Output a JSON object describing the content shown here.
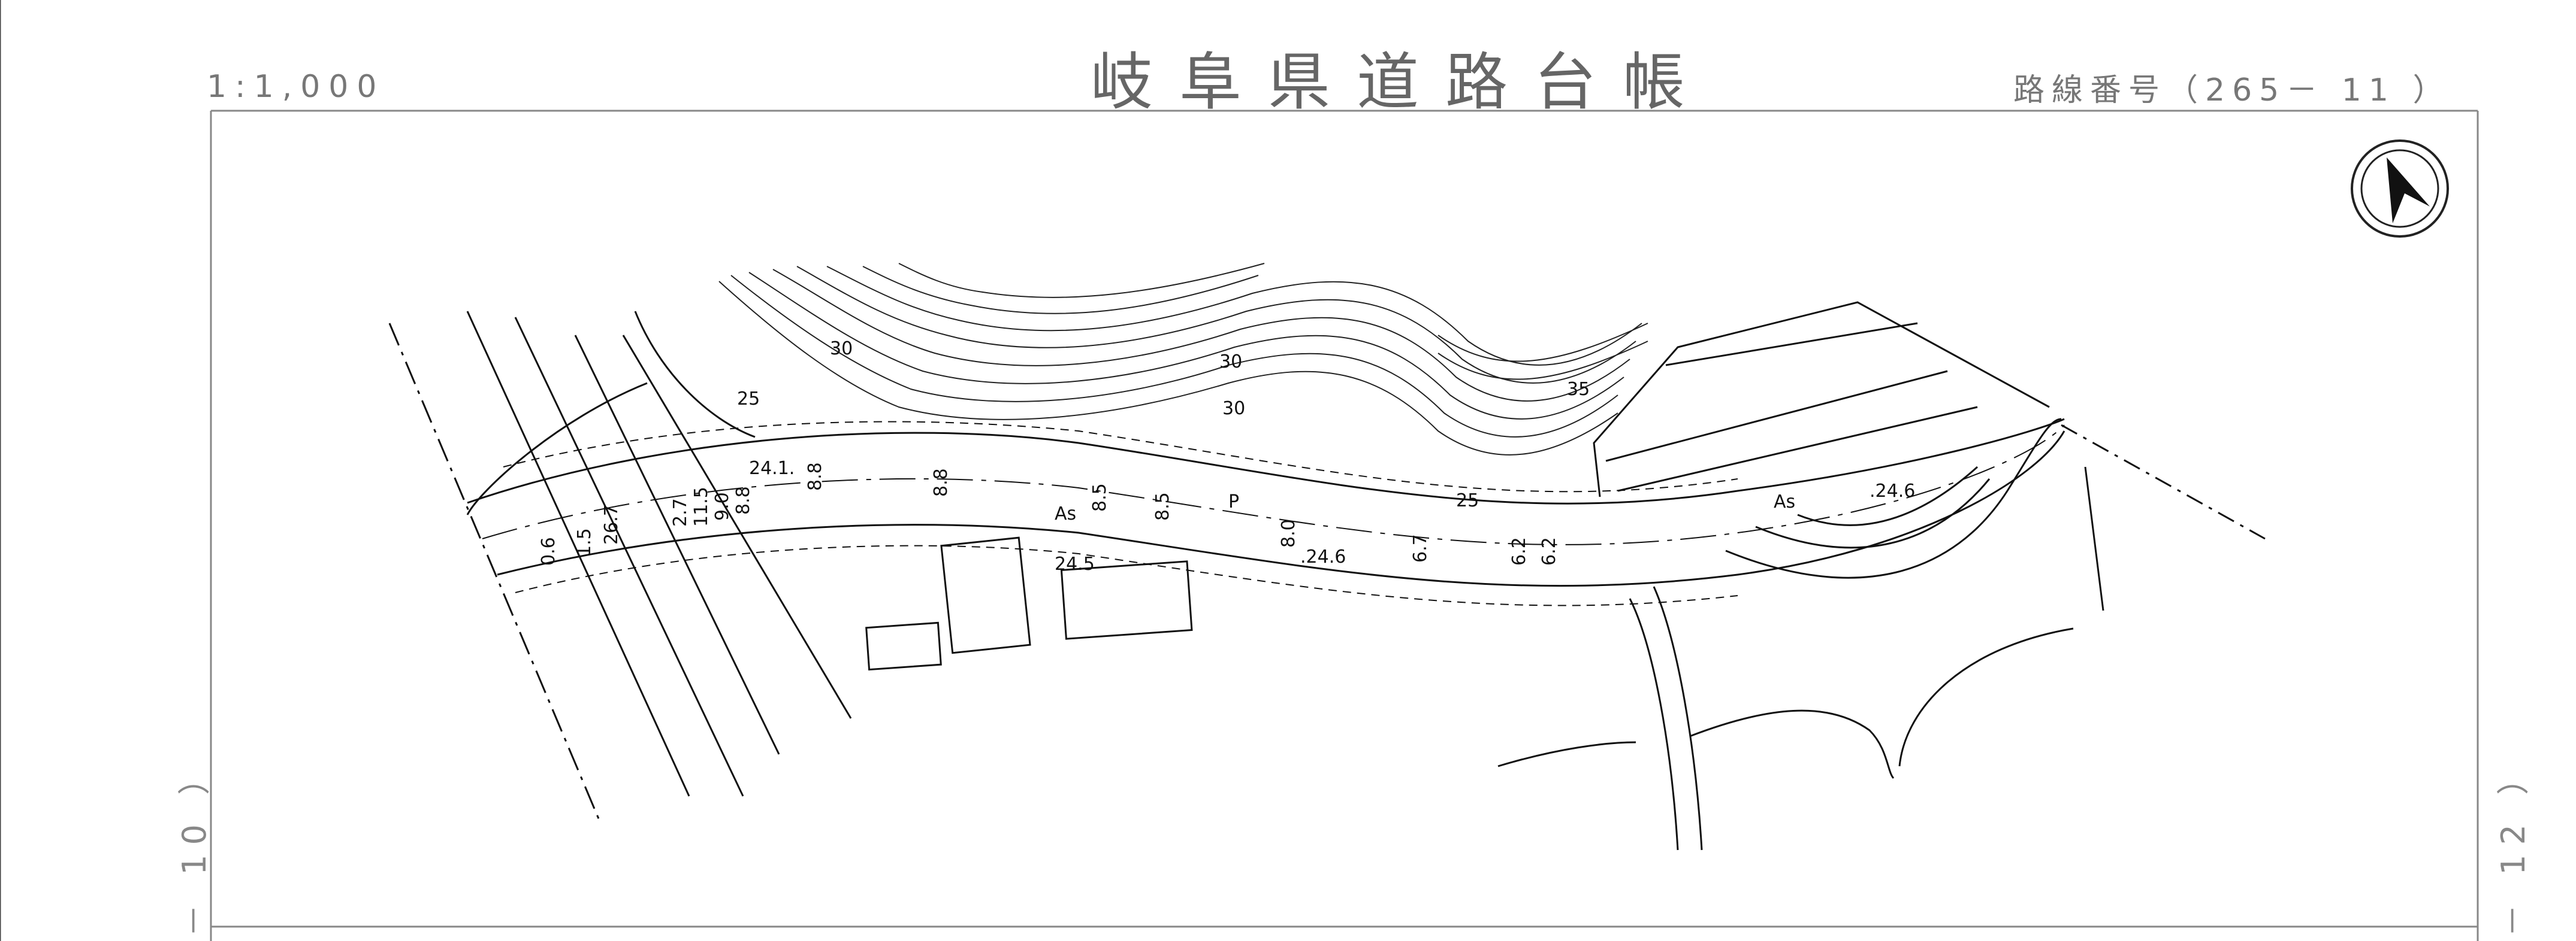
{
  "header": {
    "scale": "1:1,000",
    "title": "岐阜県道路台帳",
    "route_label": "路線番号（265－ 11 ）"
  },
  "sides": {
    "left": "－ 10 ）",
    "right": "－ 12 ）"
  },
  "north_arrow": {
    "icon": "north-arrow-icon"
  },
  "map_labels": {
    "contour_30a": "30",
    "contour_30b": "30",
    "contour_30c": "30",
    "contour_25a": "25",
    "contour_25b": "25",
    "contour_35": "35",
    "elev_241": "24.1.",
    "elev_245": "24.5",
    "elev_246a": ".24.6",
    "elev_246b": ".24.6",
    "surface_as1": "As",
    "surface_as2": "As",
    "surface_p": "P",
    "w_88a": "8.8",
    "w_88b": "8.8",
    "w_85a": "8.5",
    "w_85b": "8.5",
    "w_80": "8.0",
    "w_67": "6.7",
    "w_62a": "6.2",
    "w_62b": "6.2",
    "w_27": "2.7",
    "w_115": "11.5",
    "w_90": "9.0",
    "w_88c": "8.8",
    "w_267": "26.7",
    "w_06": "0.6",
    "w_15": "1.5"
  },
  "colors": {
    "line": "#111111",
    "frame": "#888888"
  }
}
